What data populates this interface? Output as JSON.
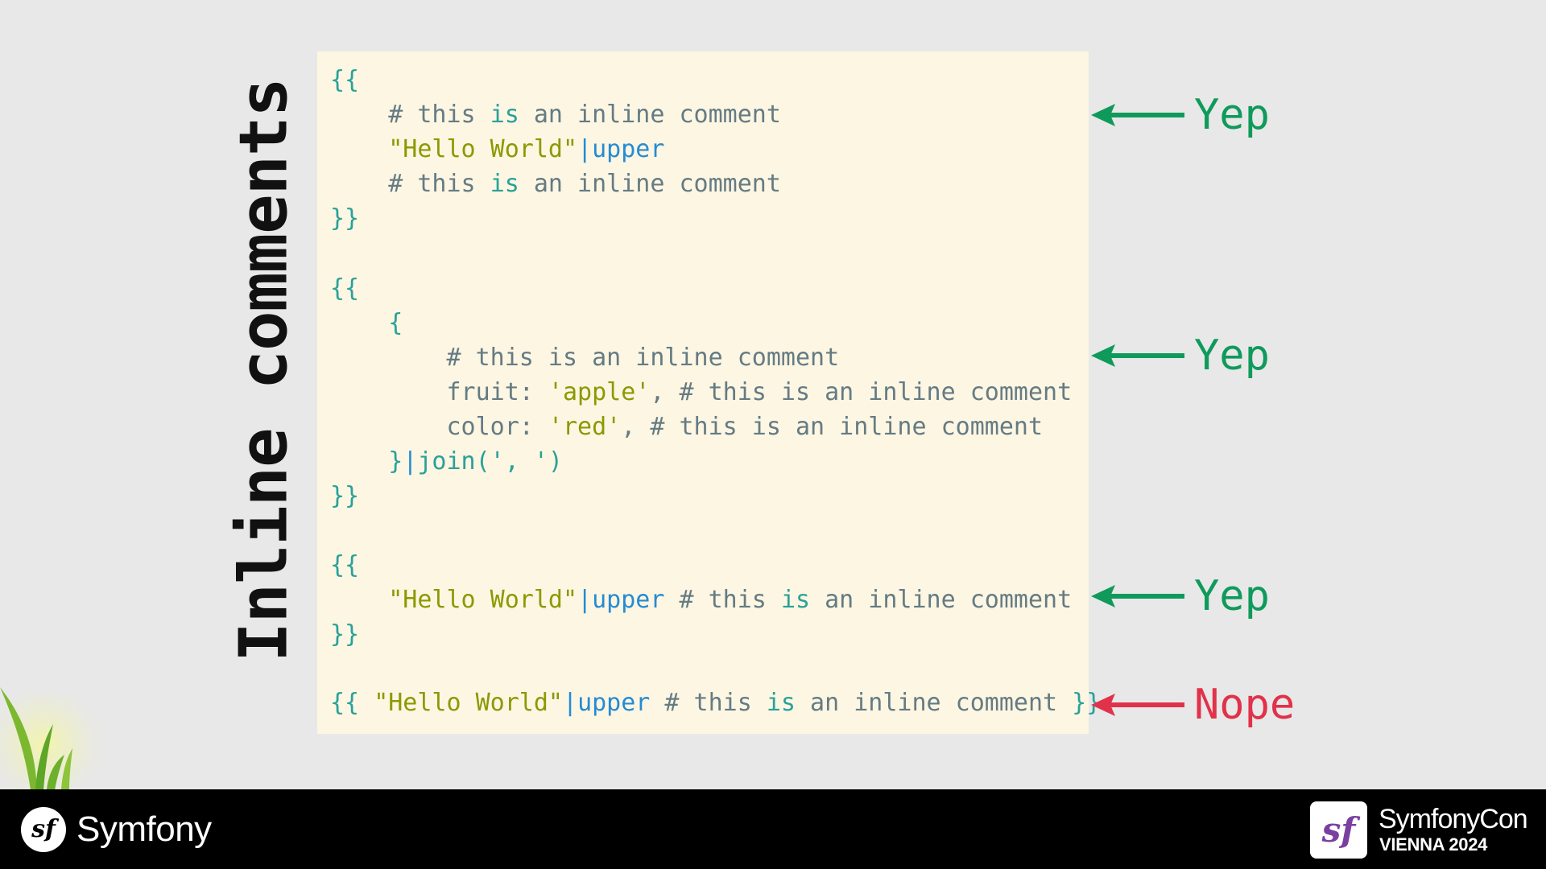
{
  "slide": {
    "title": "Inline comments"
  },
  "code": {
    "lines": [
      {
        "indent": "",
        "tokens": [
          {
            "t": "{{",
            "k": "brace"
          }
        ]
      },
      {
        "indent": "    ",
        "tokens": [
          {
            "t": "# this ",
            "k": "comment"
          },
          {
            "t": "is",
            "k": "kw"
          },
          {
            "t": " an inline comment",
            "k": "comment"
          }
        ]
      },
      {
        "indent": "    ",
        "tokens": [
          {
            "t": "\"Hello World\"",
            "k": "str"
          },
          {
            "t": "|",
            "k": "pipe"
          },
          {
            "t": "upper",
            "k": "filter"
          }
        ]
      },
      {
        "indent": "    ",
        "tokens": [
          {
            "t": "# this ",
            "k": "comment"
          },
          {
            "t": "is",
            "k": "kw"
          },
          {
            "t": " an inline comment",
            "k": "comment"
          }
        ]
      },
      {
        "indent": "",
        "tokens": [
          {
            "t": "}}",
            "k": "brace"
          }
        ]
      },
      {
        "indent": "",
        "tokens": [
          {
            "t": "{{",
            "k": "brace"
          }
        ]
      },
      {
        "indent": "    ",
        "tokens": [
          {
            "t": "{",
            "k": "brace"
          }
        ]
      },
      {
        "indent": "        ",
        "tokens": [
          {
            "t": "# this is an inline comment",
            "k": "comment"
          }
        ]
      },
      {
        "indent": "        ",
        "tokens": [
          {
            "t": "fruit: ",
            "k": "plain"
          },
          {
            "t": "'apple'",
            "k": "str"
          },
          {
            "t": ", ",
            "k": "punct"
          },
          {
            "t": "# this is an inline comment",
            "k": "comment"
          }
        ]
      },
      {
        "indent": "        ",
        "tokens": [
          {
            "t": "color: ",
            "k": "plain"
          },
          {
            "t": "'red'",
            "k": "str"
          },
          {
            "t": ", ",
            "k": "punct"
          },
          {
            "t": "# this is an inline comment",
            "k": "comment"
          }
        ]
      },
      {
        "indent": "    ",
        "tokens": [
          {
            "t": "}",
            "k": "brace"
          },
          {
            "t": "|",
            "k": "pipe"
          },
          {
            "t": "join(', ')",
            "k": "func"
          }
        ]
      },
      {
        "indent": "",
        "tokens": [
          {
            "t": "}}",
            "k": "brace"
          }
        ]
      },
      {
        "indent": "",
        "tokens": [
          {
            "t": "{{",
            "k": "brace"
          }
        ]
      },
      {
        "indent": "    ",
        "tokens": [
          {
            "t": "\"Hello World\"",
            "k": "str"
          },
          {
            "t": "|",
            "k": "pipe"
          },
          {
            "t": "upper",
            "k": "filter"
          },
          {
            "t": " # this ",
            "k": "comment"
          },
          {
            "t": "is",
            "k": "kw"
          },
          {
            "t": " an inline comment",
            "k": "comment"
          }
        ]
      },
      {
        "indent": "",
        "tokens": [
          {
            "t": "}}",
            "k": "brace"
          }
        ]
      },
      {
        "indent": "",
        "tokens": [
          {
            "t": "{{ ",
            "k": "brace"
          },
          {
            "t": "\"Hello World\"",
            "k": "str"
          },
          {
            "t": "|",
            "k": "pipe"
          },
          {
            "t": "upper",
            "k": "filter"
          },
          {
            "t": " # this ",
            "k": "comment"
          },
          {
            "t": "is",
            "k": "kw"
          },
          {
            "t": " an inline comment ",
            "k": "comment"
          },
          {
            "t": "}}",
            "k": "brace"
          }
        ]
      }
    ]
  },
  "annotations": [
    {
      "label": "Yep",
      "color": "#0f9a5b"
    },
    {
      "label": "Yep",
      "color": "#0f9a5b"
    },
    {
      "label": "Yep",
      "color": "#0f9a5b"
    },
    {
      "label": "Nope",
      "color": "#e0324a"
    }
  ],
  "footer": {
    "brand": "Symfony",
    "event_name": "SymfonyCon",
    "event_place": "VIENNA 2024",
    "logo_icon": "symfony-logo-icon",
    "event_logo_icon": "symfonycon-logo-icon"
  },
  "colors": {
    "background": "#e8e8e8",
    "code_panel": "#fcf6e3",
    "yep": "#0f9a5b",
    "nope": "#e0324a",
    "footer": "#000000"
  }
}
